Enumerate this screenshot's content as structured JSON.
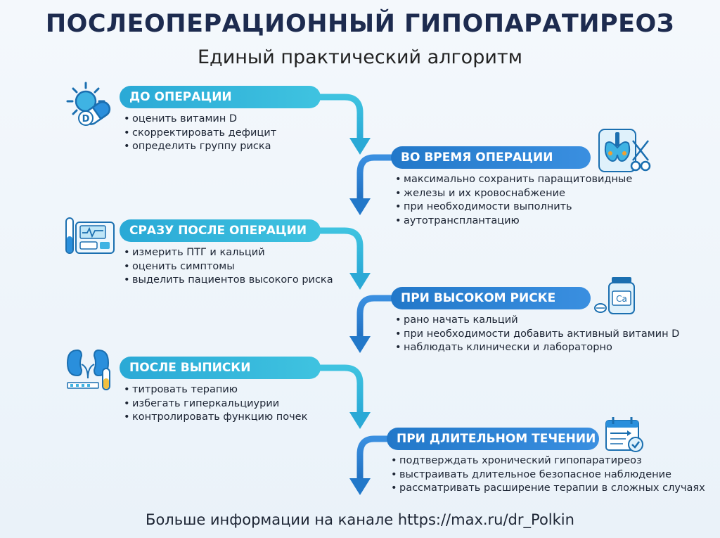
{
  "title": "ПОСЛЕОПЕРАЦИОННЫЙ ГИПОПАРАТИРЕОЗ",
  "subtitle": "Единый практический алгоритм",
  "steps": [
    {
      "label": "ДО ОПЕРАЦИИ",
      "icon": "sun-vitamin-d-capsule-icon",
      "items": [
        "оценить витамин D",
        "скорректировать дефицит",
        "определить группу риска"
      ]
    },
    {
      "label": "ВО ВРЕМЯ ОПЕРАЦИИ",
      "icon": "thyroid-surgery-scissors-icon",
      "items": [
        "максимально сохранить паращитовидные",
        "железы и их кровоснабжение",
        "при необходимости выполнить",
        "аутотрансплантацию"
      ]
    },
    {
      "label": "СРАЗУ ПОСЛЕ ОПЕРАЦИИ",
      "icon": "lab-analyzer-test-tube-icon",
      "items": [
        "измерить ПТГ и кальций",
        "оценить симптомы",
        "выделить пациентов высокого риска"
      ]
    },
    {
      "label": "ПРИ ВЫСОКОМ РИСКЕ",
      "icon": "calcium-pill-bottle-icon",
      "icon_text": "Ca",
      "items": [
        "рано начать кальций",
        "при необходимости добавить активный витамин D",
        "наблюдать клинически и лабораторно"
      ]
    },
    {
      "label": "ПОСЛЕ ВЫПИСКИ",
      "icon": "kidneys-test-strip-icon",
      "items": [
        "титровать терапию",
        "избегать гиперкальциурии",
        "контролировать функцию почек"
      ]
    },
    {
      "label": "ПРИ ДЛИТЕЛЬНОМ ТЕЧЕНИИ",
      "icon": "calendar-checklist-icon",
      "items": [
        "подтверждать хронический гипопаратиреоз",
        "выстраивать длительное безопасное наблюдение",
        "рассматривать расширение терапии в сложных случаях"
      ]
    }
  ],
  "footer": "Больше информации на канале https://max.ru/dr_Polkin",
  "colors": {
    "teal": "#2aa9d6",
    "blue": "#2278c9",
    "title": "#1d2b4f"
  }
}
